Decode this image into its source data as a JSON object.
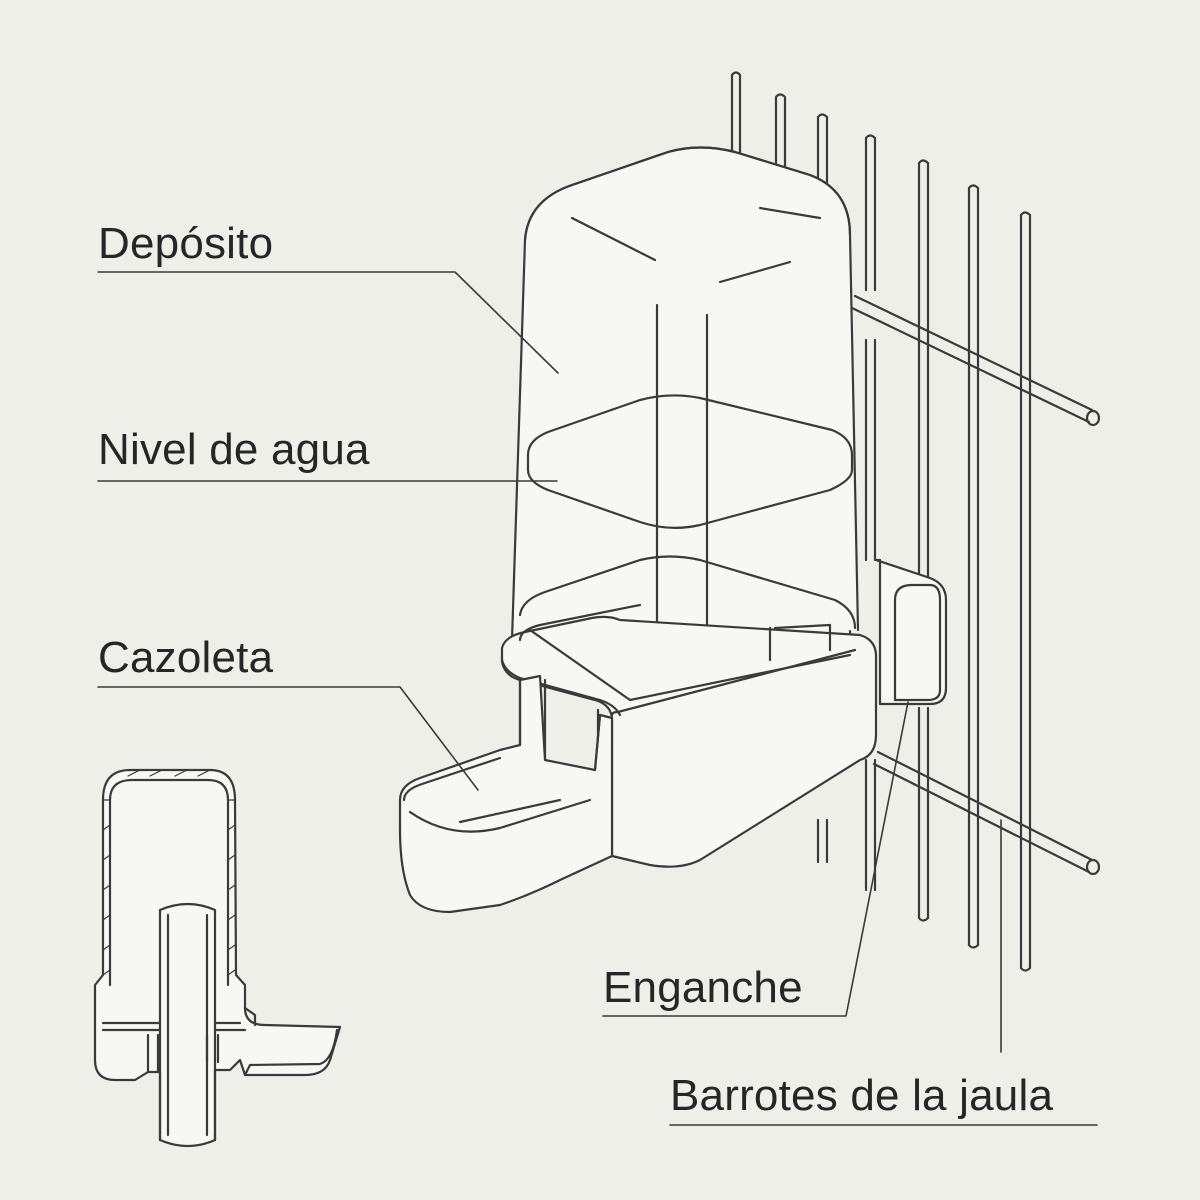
{
  "labels": {
    "deposito": "Depósito",
    "nivel_agua": "Nivel de agua",
    "cazoleta": "Cazoleta",
    "enganche": "Enganche",
    "barrotes": "Barrotes de la jaula"
  },
  "colors": {
    "background": "#efefea",
    "line": "#3a3a3a",
    "text": "#262626",
    "fill": "#f7f7f3"
  }
}
